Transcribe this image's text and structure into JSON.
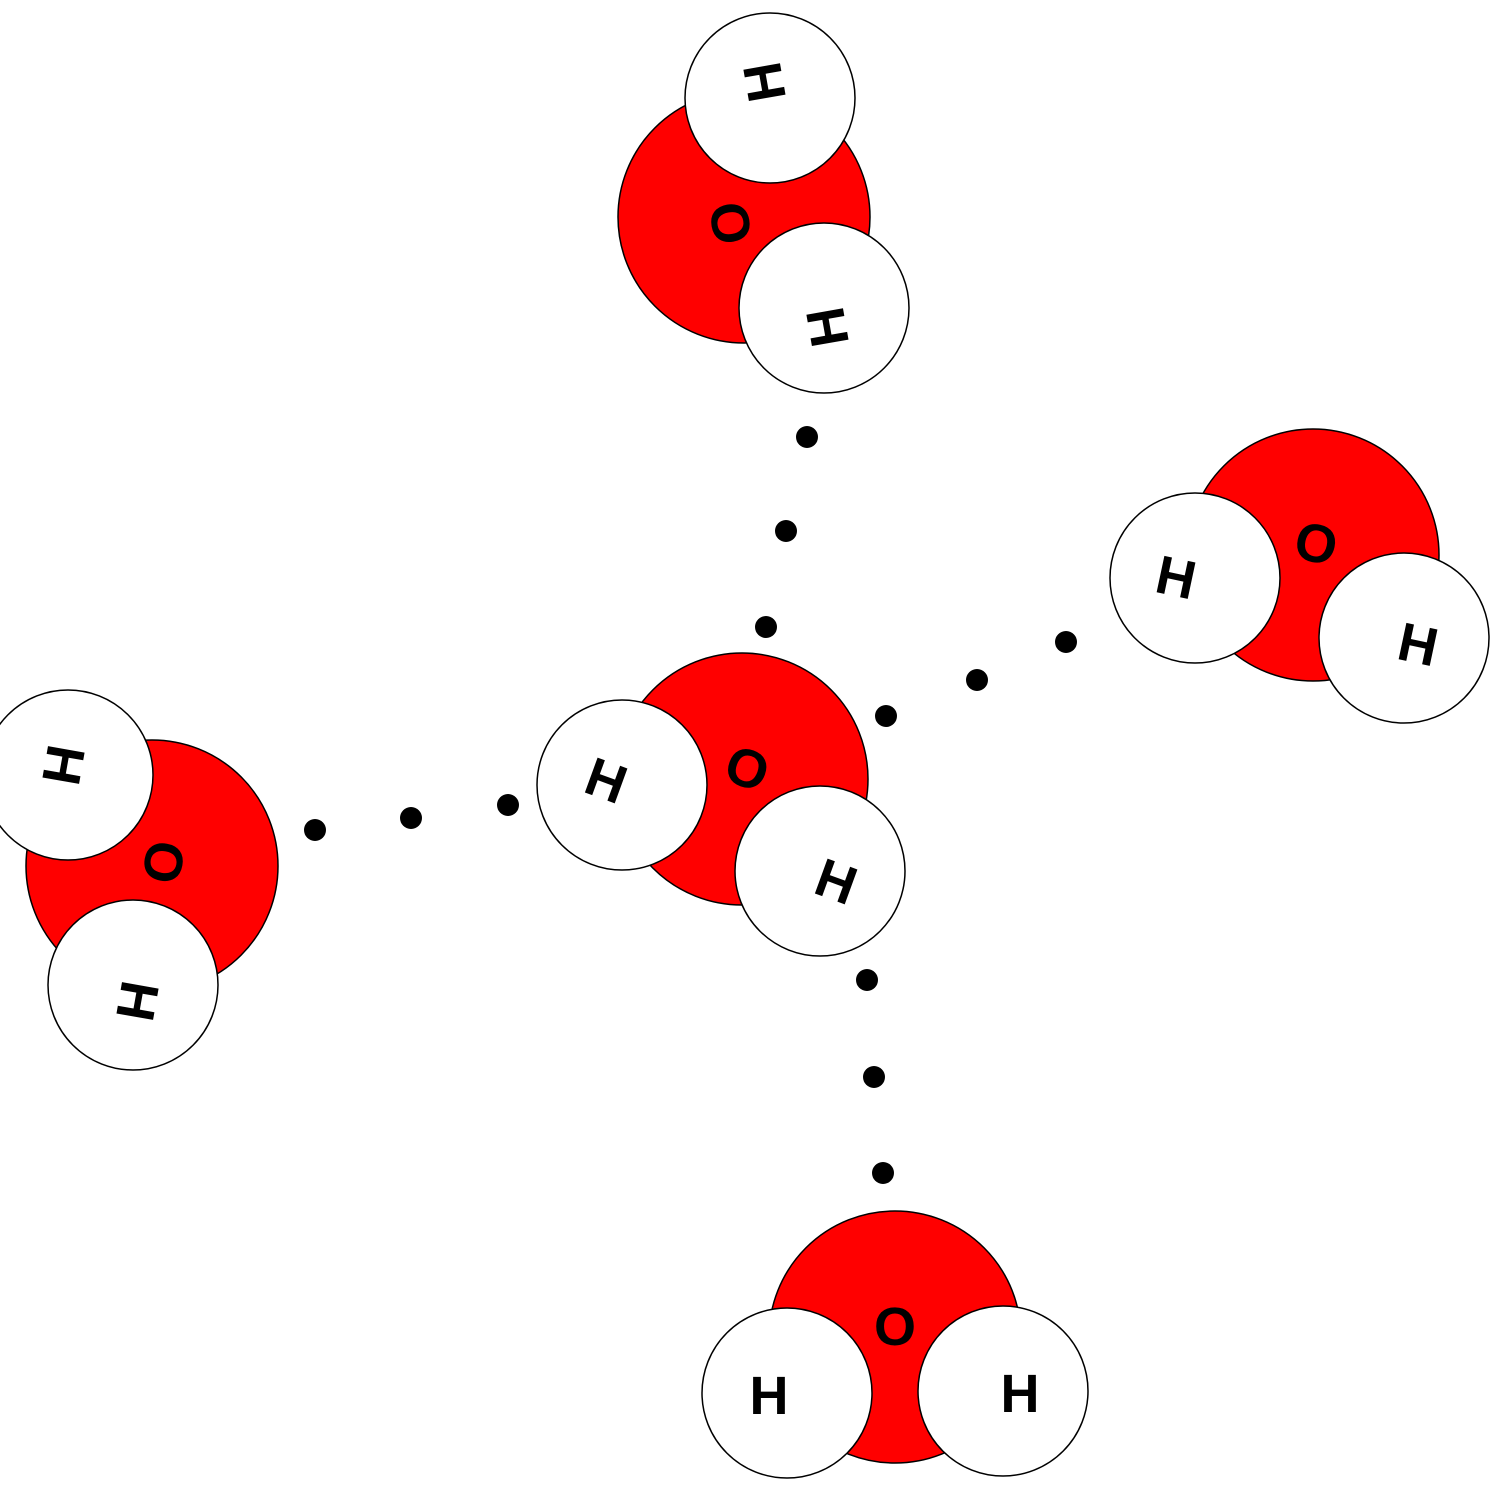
{
  "colors": {
    "oxygen": "#ff0000",
    "hydrogen": "#ffffff",
    "outline": "#000000",
    "bond_dot": "#000000",
    "background": "#ffffff"
  },
  "molecules": [
    {
      "name": "water-molecule-center",
      "oxygen_label": "O",
      "hydrogen_labels": [
        "H",
        "H"
      ]
    },
    {
      "name": "water-molecule-top",
      "oxygen_label": "O",
      "hydrogen_labels": [
        "H",
        "H"
      ]
    },
    {
      "name": "water-molecule-right",
      "oxygen_label": "O",
      "hydrogen_labels": [
        "H",
        "H"
      ]
    },
    {
      "name": "water-molecule-left",
      "oxygen_label": "O",
      "hydrogen_labels": [
        "H",
        "H"
      ]
    },
    {
      "name": "water-molecule-bottom",
      "oxygen_label": "O",
      "hydrogen_labels": [
        "H",
        "H"
      ]
    }
  ],
  "hydrogen_bonds": [
    {
      "name": "hydrogen-bond-top",
      "dot_count": 3
    },
    {
      "name": "hydrogen-bond-right",
      "dot_count": 3
    },
    {
      "name": "hydrogen-bond-left",
      "dot_count": 3
    },
    {
      "name": "hydrogen-bond-bottom",
      "dot_count": 3
    }
  ]
}
